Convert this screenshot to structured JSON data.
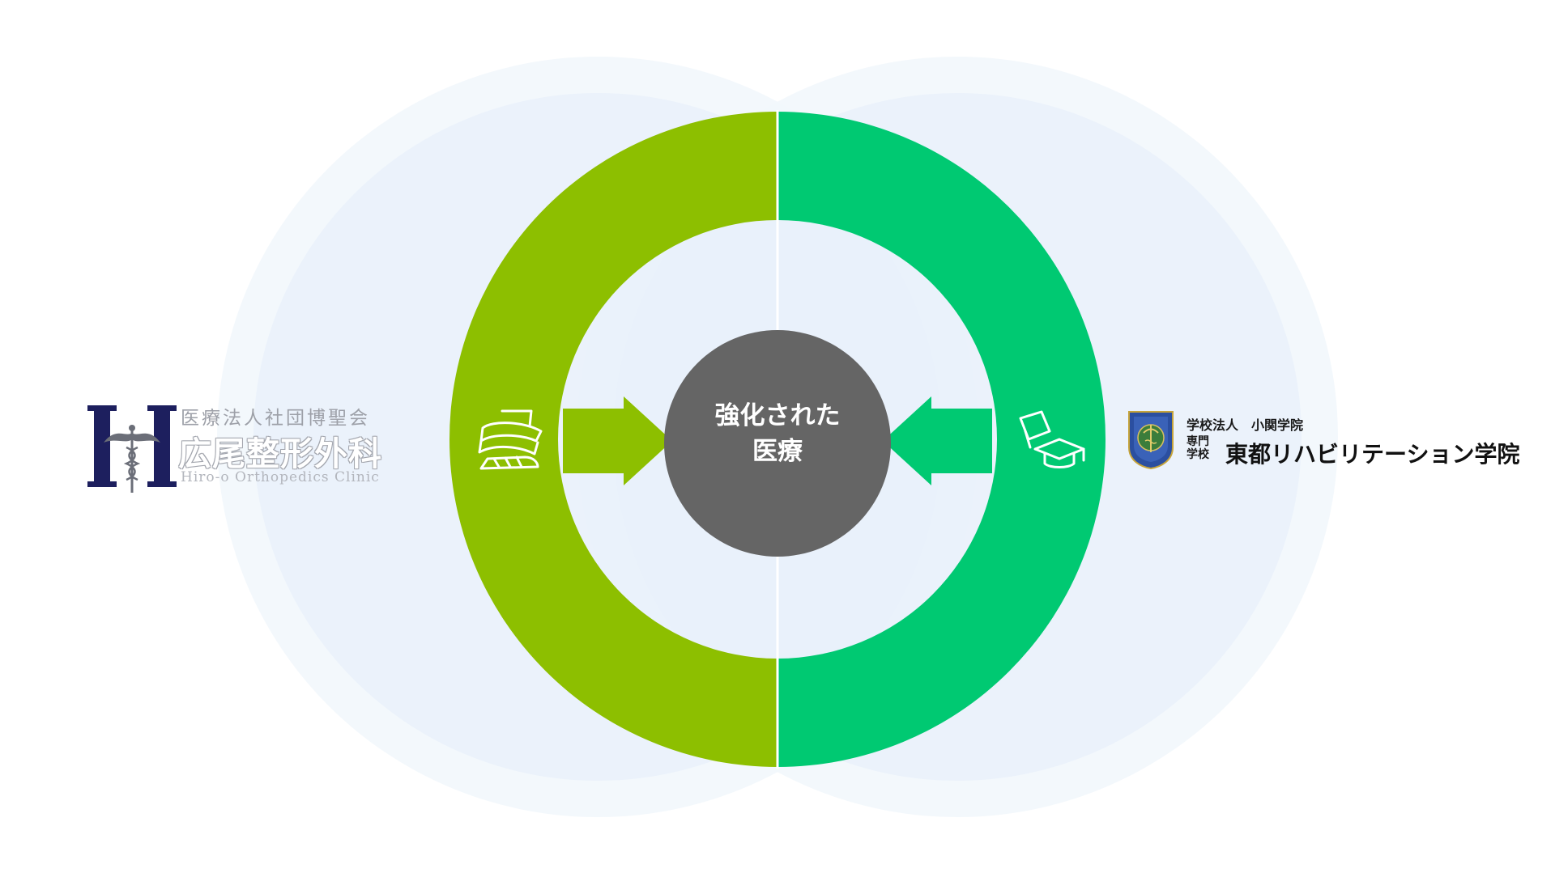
{
  "center": {
    "line1": "強化された",
    "line2": "医療"
  },
  "left_partner": {
    "corp_label": "医療法人社団博聖会",
    "name": "広尾整形外科",
    "name_en": "Hiro-o Orthopedics Clinic",
    "icon": "cast-leg-icon",
    "color": "#8dbf00"
  },
  "right_partner": {
    "corp_label": "学校法人　小関学院",
    "kind_line1": "専門",
    "kind_line2": "学校",
    "name": "東都リハビリテーション学院",
    "icon": "teaching-graduation-icon",
    "color": "#00c972"
  },
  "colors": {
    "center_circle": "#656565",
    "halo_outer": "#f2f7fc",
    "halo_inner": "#e9f1fa",
    "white_line": "#ffffff"
  }
}
